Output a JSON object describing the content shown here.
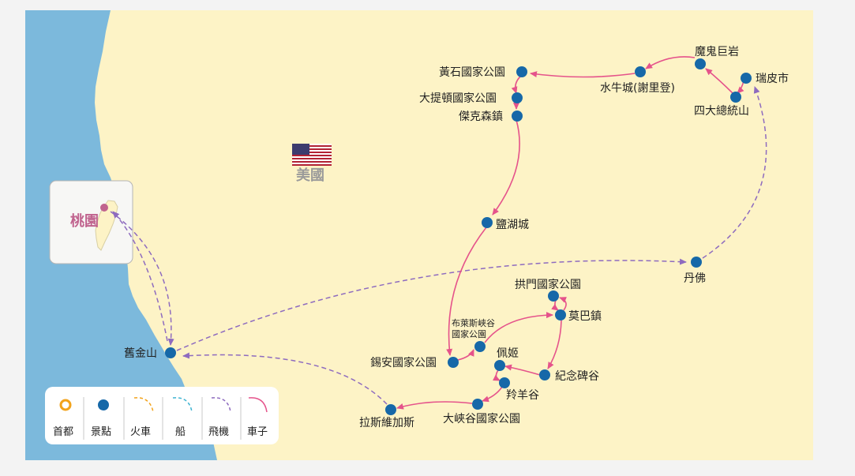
{
  "country": {
    "name": "美國"
  },
  "origin": {
    "name": "桃園"
  },
  "places": {
    "sf": "舊金山",
    "denver": "丹佛",
    "rapid": "瑞皮市",
    "rushmore": "四大總統山",
    "devils": "魔鬼巨岩",
    "buffalo": "水牛城(謝里登)",
    "yellowstone": "黃石國家公園",
    "teton": "大提頓國家公園",
    "jackson": "傑克森鎮",
    "slc": "鹽湖城",
    "bryce1": "布萊斯峽谷",
    "bryce2": "國家公園",
    "zion": "錫安國家公園",
    "arches": "拱門國家公園",
    "moab": "莫巴鎮",
    "page": "佩姬",
    "monument": "紀念碑谷",
    "antelope": "羚羊谷",
    "grand": "大峽谷國家公園",
    "vegas": "拉斯維加斯"
  },
  "legend": {
    "capital": "首都",
    "spot": "景點",
    "train": "火車",
    "ship": "船",
    "plane": "飛機",
    "car": "車子"
  },
  "colors": {
    "ocean": "#7cb9dc",
    "land": "#fdf3c6",
    "spot": "#1668a8",
    "car": "#e5538b",
    "plane": "#8e6bbf",
    "train": "#f2a31b",
    "ship": "#3fb4d2",
    "capital": "#f2a31b"
  }
}
